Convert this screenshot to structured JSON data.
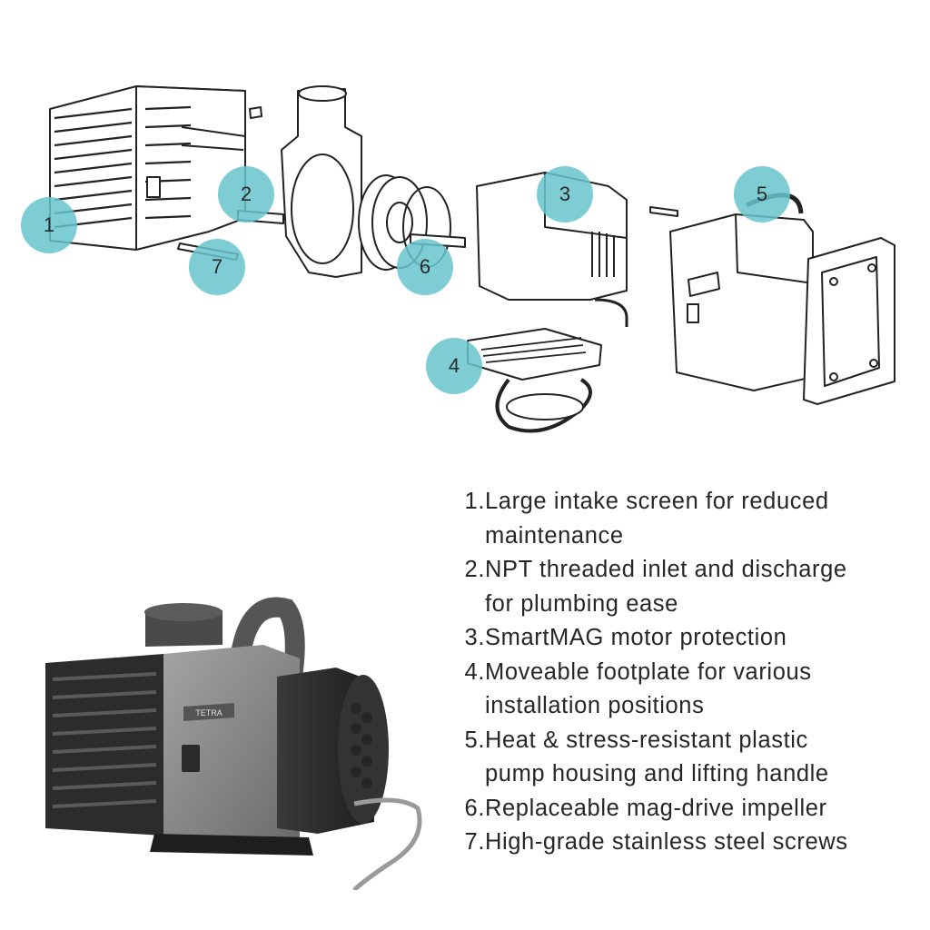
{
  "callouts": [
    {
      "number": "1"
    },
    {
      "number": "2"
    },
    {
      "number": "3"
    },
    {
      "number": "4"
    },
    {
      "number": "5"
    },
    {
      "number": "6"
    },
    {
      "number": "7"
    }
  ],
  "product_logo_text": "TETRA",
  "features": [
    {
      "num": "1.",
      "text": "Large intake screen for reduced\nmaintenance"
    },
    {
      "num": "2.",
      "text": "NPT threaded inlet and discharge\nfor plumbing ease"
    },
    {
      "num": "3.",
      "text": "SmartMAG motor protection"
    },
    {
      "num": "4.",
      "text": "Moveable footplate for various\ninstallation positions"
    },
    {
      "num": "5.",
      "text": "Heat & stress-resistant plastic\npump housing and lifting handle"
    },
    {
      "num": "6.",
      "text": "Replaceable mag-drive impeller"
    },
    {
      "num": "7.",
      "text": "High-grade stainless steel screws"
    }
  ],
  "colors": {
    "callout": "#67c4cc",
    "line_art": "#222222",
    "pump_body": "#2f2f2f",
    "pump_housing": "#8a8a8a",
    "text": "#262626"
  }
}
